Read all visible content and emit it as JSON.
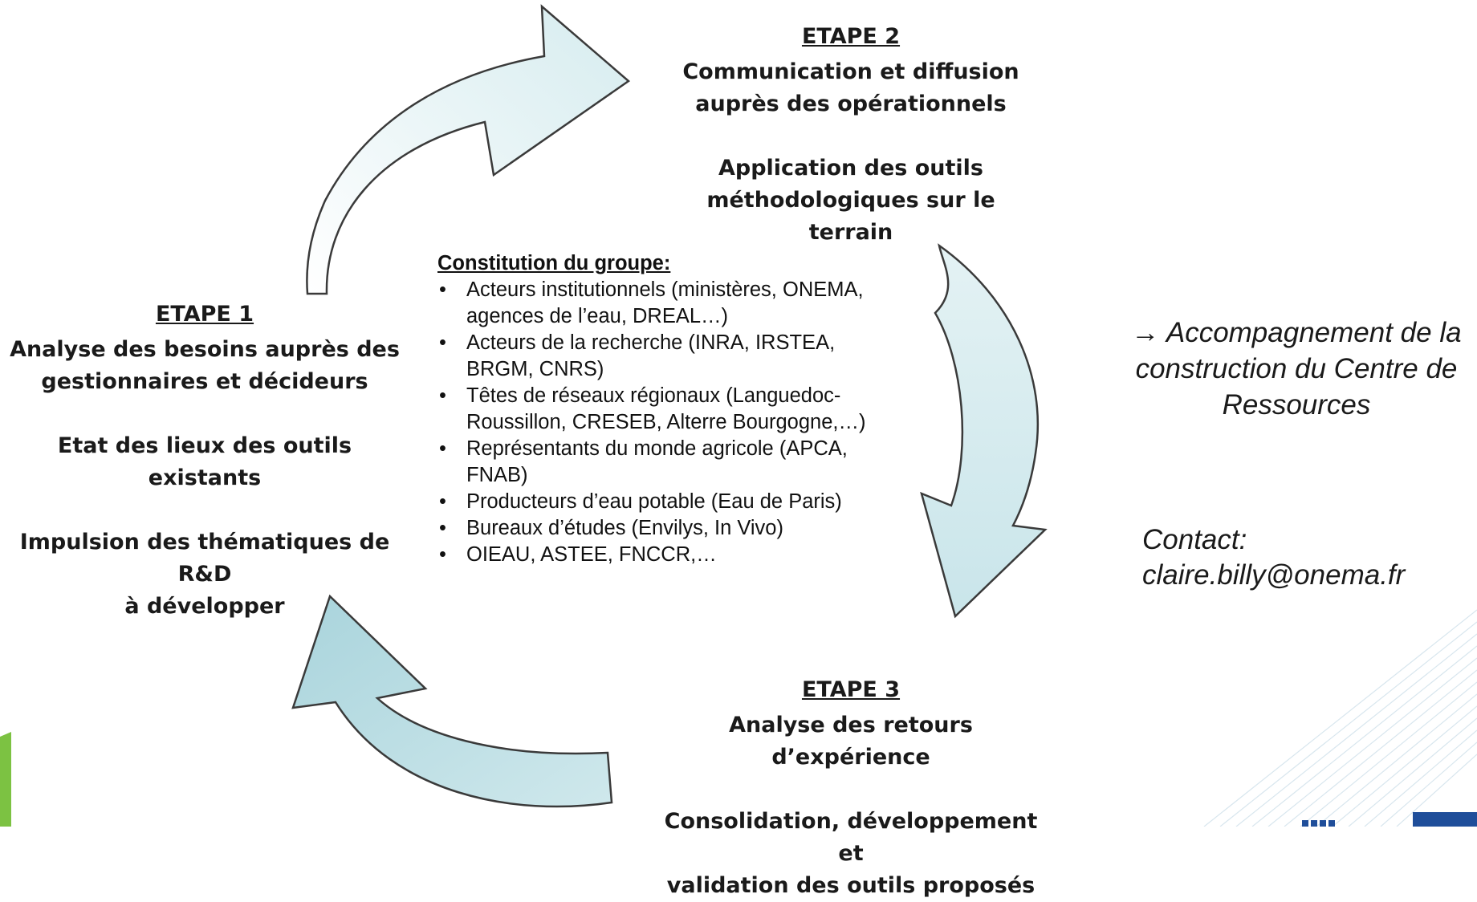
{
  "step1": {
    "title": "ETAPE 1",
    "line1": "Analyse des besoins auprès des",
    "line2": "gestionnaires et décideurs",
    "line3": "Etat des lieux des outils existants",
    "line4": "Impulsion des thématiques de R&D",
    "line5": "à développer"
  },
  "step2": {
    "title": "ETAPE 2",
    "line1": "Communication et diffusion",
    "line2": "auprès des opérationnels",
    "line3": "Application des outils",
    "line4": "méthodologiques sur le terrain"
  },
  "step3": {
    "title": "ETAPE 3",
    "line1": "Analyse des retours d’expérience",
    "line2": "Consolidation, développement et",
    "line3": "validation des outils proposés"
  },
  "group": {
    "heading": "Constitution du groupe:",
    "items": [
      "Acteurs institutionnels (ministères, ONEMA, agences de l’eau, DREAL…)",
      "Acteurs de la recherche (INRA, IRSTEA, BRGM, CNRS)",
      "Têtes de réseaux régionaux (Languedoc-Roussillon, CRESEB, Alterre Bourgogne,…)",
      "Représentants du monde agricole (APCA, FNAB)",
      "Producteurs d’eau potable (Eau de Paris)",
      "Bureaux d’études (Envilys, In Vivo)",
      "OIEAU, ASTEE, FNCCR,…"
    ]
  },
  "side_note": {
    "arrow": "→",
    "text": "Accompagnement de la construction du Centre de Ressources"
  },
  "contact": {
    "label": "Contact:",
    "email": "claire.billy@onema.fr"
  },
  "colors": {
    "arrow_fill_light": "#dceef0",
    "arrow_fill_dark": "#b9dde3",
    "arrow_stroke": "#3a3a3a",
    "accent_green": "#7cc242",
    "logo_blue": "#1f4e9a"
  }
}
